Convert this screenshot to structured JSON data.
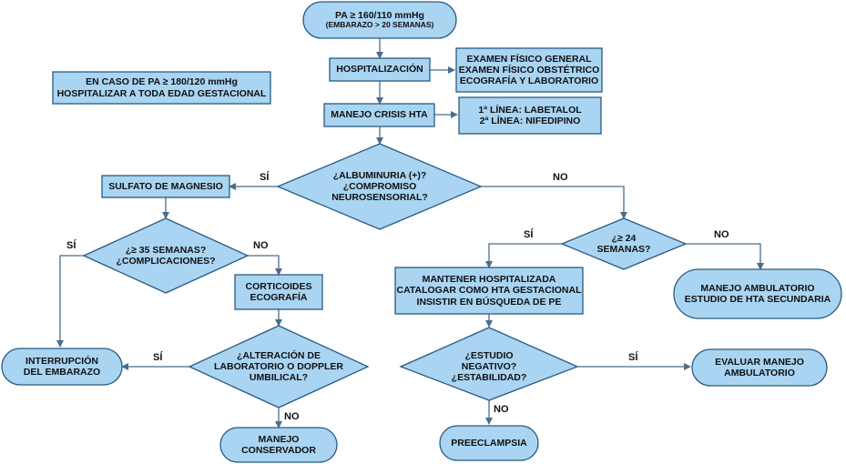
{
  "nodes": {
    "start_line1": "PA ≥ 160/110 mmHg",
    "start_line2": "(EMBARAZO > 20 SEMANAS)",
    "hospitalizacion": "HOSPITALIZACIÓN",
    "examen": "EXAMEN FÍSICO GENERAL\nEXAMEN FÍSICO OBSTÉTRICO\nECOGRAFÍA Y LABORATORIO",
    "caso_pa": "EN CASO DE PA ≥ 180/120 mmHg\nHOSPITALIZAR A TODA EDAD GESTACIONAL",
    "manejo_crisis": "MANEJO CRISIS HTA",
    "lineas": "1ª LÍNEA: LABETALOL\n2ª LÍNEA: NIFEDIPINO",
    "albuminuria": "¿ALBUMINURIA (+)?\n¿COMPROMISO\nNEUROSENSORIAL?",
    "sulfato": "SULFATO DE MAGNESIO",
    "semanas35": "¿≥ 35 SEMANAS?\n¿COMPLICACIONES?",
    "corticoides": "CORTICOIDES\nECOGRAFÍA",
    "alteracion": "¿ALTERACIÓN DE\nLABORATORIO O DOPPLER\nUMBILICAL?",
    "interrupcion": "INTERRUPCIÓN\nDEL EMBARAZO",
    "manejo_conservador": "MANEJO\nCONSERVADOR",
    "semanas24": "¿≥ 24\nSEMANAS?",
    "mantener": "MANTENER HOSPITALIZADA\nCATALOGAR COMO HTA GESTACIONAL\nINSISTIR EN BÚSQUEDA DE PE",
    "ambulatorio": "MANEJO AMBULATORIO\nESTUDIO DE HTA SECUNDARIA",
    "estudio": "¿ESTUDIO\nNEGATIVO?\n¿ESTABILIDAD?",
    "evaluar": "EVALUAR MANEJO\nAMBULATORIO",
    "preeclampsia": "PREECLAMPSIA"
  },
  "labels": {
    "si": "SÍ",
    "no": "NO"
  },
  "colors": {
    "box_fill": "#a9d4f2",
    "box_stroke": "#2a5a80",
    "arrow": "#4a6d8c"
  }
}
